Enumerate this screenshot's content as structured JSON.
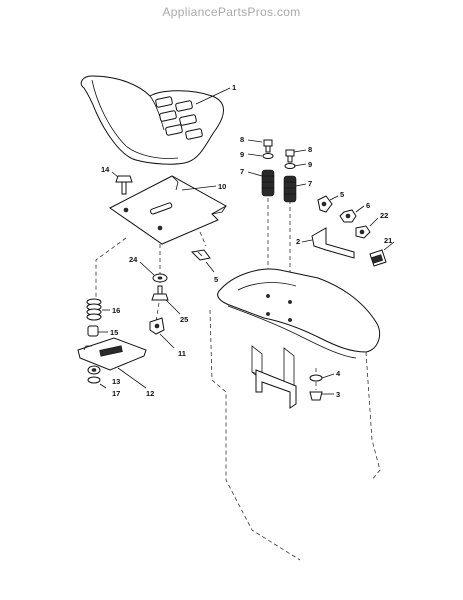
{
  "watermark": "AppliancePartsPros.com",
  "callouts": {
    "c1": "1",
    "c2": "2",
    "c3": "3",
    "c4": "4",
    "c5a": "5",
    "c5b": "5",
    "c6": "6",
    "c7a": "7",
    "c7b": "7",
    "c8a": "8",
    "c8b": "8",
    "c9a": "9",
    "c9b": "9",
    "c10": "10",
    "c11": "11",
    "c12": "12",
    "c13": "13",
    "c14": "14",
    "c15": "15",
    "c16": "16",
    "c17": "17",
    "c21": "21",
    "c22": "22",
    "c24": "24",
    "c25": "25"
  }
}
